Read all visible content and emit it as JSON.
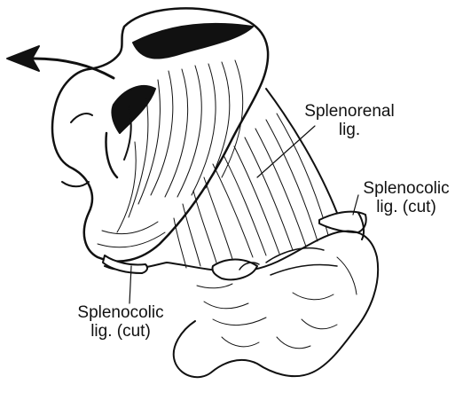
{
  "labels": {
    "splenorenal": {
      "line1": "Splenorenal",
      "line2": "lig."
    },
    "splenocolic_right": {
      "line1": "Splenocolic",
      "line2": "lig. (cut)"
    },
    "splenocolic_left": {
      "line1": "Splenocolic",
      "line2": "lig. (cut)"
    }
  },
  "colors": {
    "ink": "#111111",
    "paper": "#ffffff"
  }
}
